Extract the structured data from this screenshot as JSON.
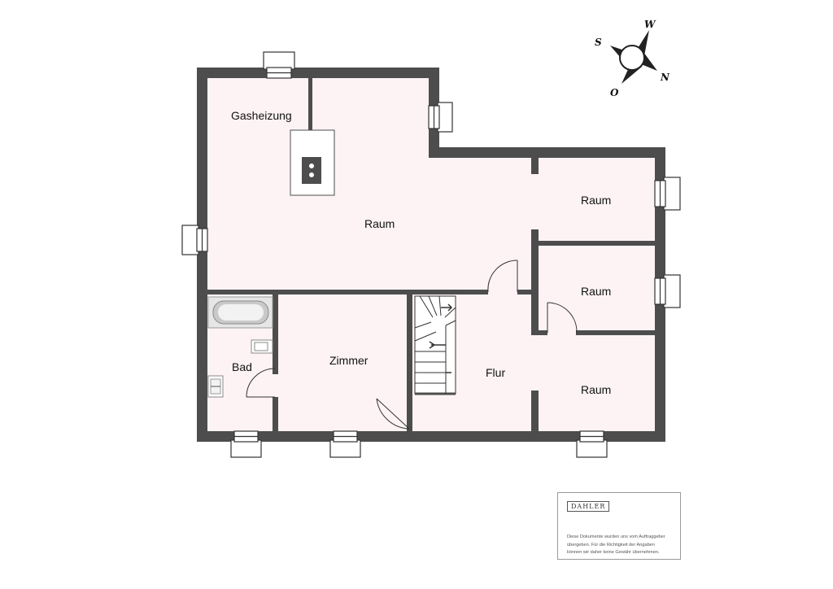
{
  "floorplan": {
    "rooms": {
      "gasheizung": "Gasheizung",
      "raum_main": "Raum",
      "raum_ne": "Raum",
      "raum_e": "Raum",
      "raum_se": "Raum",
      "bad": "Bad",
      "zimmer": "Zimmer",
      "flur": "Flur"
    },
    "colors": {
      "wall": "#4d4d4d",
      "floor": "#fdf3f4",
      "window": "#ffffff"
    }
  },
  "compass": {
    "w": "W",
    "s": "S",
    "n": "N",
    "o": "O"
  },
  "footer": {
    "brand": "DAHLER",
    "disclaimer_lines": [
      "Diese Dokumente wurden uns vom Auftraggeber",
      "übergeben. Für die Richtigkeit der Angaben",
      "können wir daher keine Gewähr übernehmen."
    ]
  }
}
